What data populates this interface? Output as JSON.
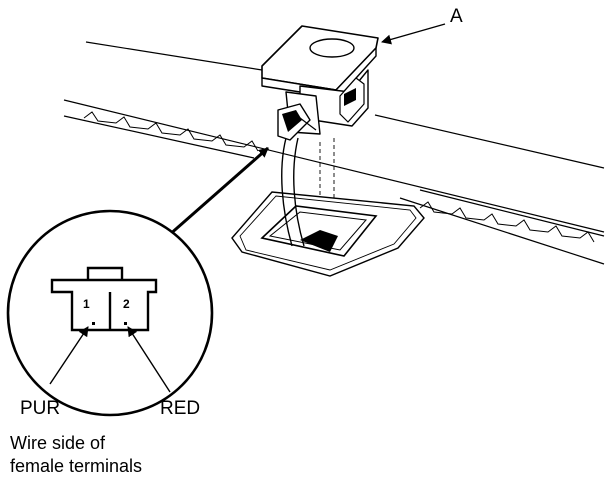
{
  "callout_label": "A",
  "connector": {
    "terminal_1": "1",
    "terminal_2": "2"
  },
  "wires": {
    "left": "PUR",
    "right": "RED"
  },
  "caption": {
    "line1": "Wire side of",
    "line2": "female terminals"
  }
}
